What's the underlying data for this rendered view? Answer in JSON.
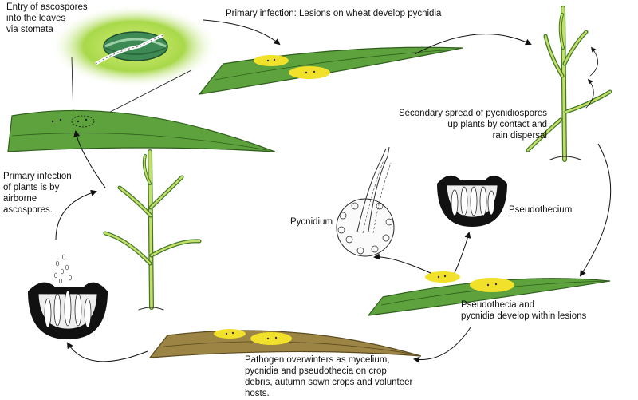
{
  "labels": {
    "entry": "Entry of ascospores\ninto the leaves\nvia stomata",
    "primary_lesions": "Primary infection: Lesions on wheat develop pycnidia",
    "secondary_spread": "Secondary spread of pycnidiospores\nup plants by contact and\nrain dispersal",
    "primary_airborne": "Primary infection\nof plants is by\nairborne\nascospores.",
    "pycnidium": "Pycnidium",
    "pseudothecium": "Pseudothecium",
    "develop_within": "Pseudothecia and\npycnidia develop within lesions",
    "overwinter": "Pathogen overwinters as mycelium,\npycnidia and pseudothecia on crop\ndebris, autumn sown crops and volunteer\nhosts."
  },
  "colors": {
    "leaf": "#5da23c",
    "leaf_dark": "#3e7a25",
    "lesion": "#f2e12a",
    "debris": "#9b8444",
    "halo": "#a8d84a",
    "stem": "#c7dd6a"
  }
}
